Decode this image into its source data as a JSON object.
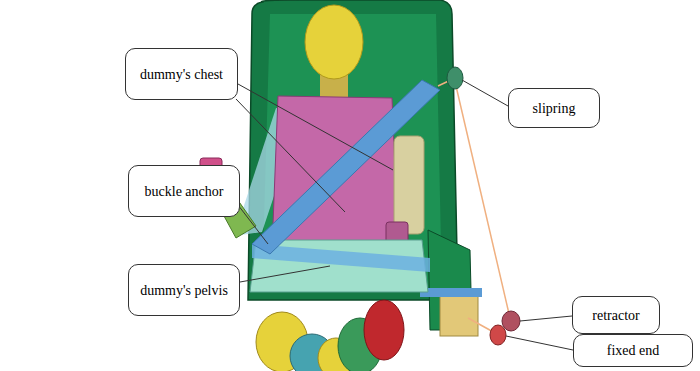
{
  "diagram": {
    "nodes": [
      {
        "text": [
          "dummy's chest"
        ]
      },
      {
        "text": [
          "slipring"
        ]
      },
      {
        "text": [
          "buckle anchor"
        ]
      },
      {
        "text": [
          "dummy's pelvis"
        ]
      },
      {
        "text": [
          "retractor"
        ]
      },
      {
        "text": [
          "fixed end"
        ]
      }
    ]
  }
}
